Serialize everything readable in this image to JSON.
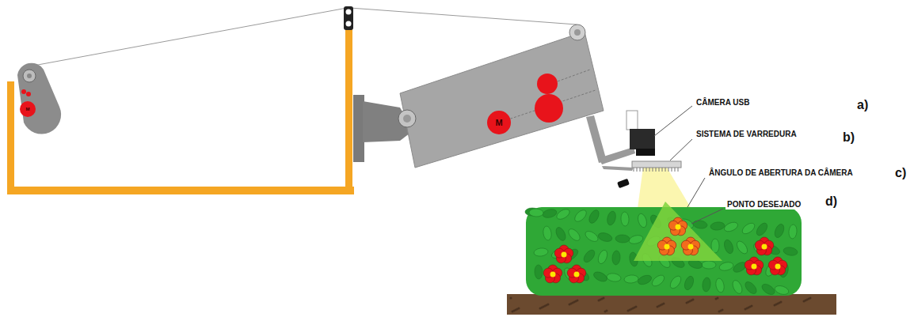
{
  "diagram": {
    "nodes": [
      {
        "text": [
          "M"
        ]
      },
      {
        "text": [
          "M"
        ]
      }
    ],
    "labels": [
      "CÂMERA USB",
      "a)",
      "SISTEMA DE VARREDURA",
      "b)",
      "ÂNGULO DE ABERTURA DA CÂMERA",
      "c)",
      "PONTO DESEJADO",
      "d)"
    ]
  }
}
